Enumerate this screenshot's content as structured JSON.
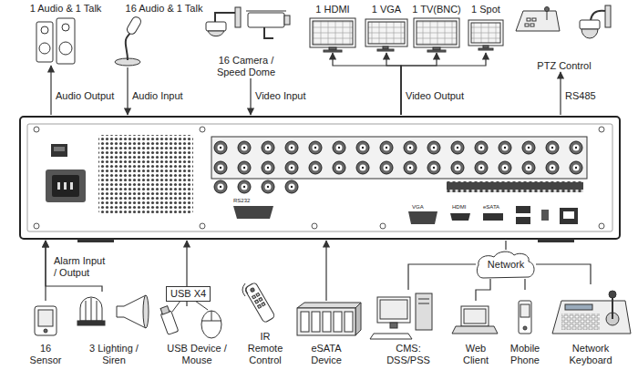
{
  "diagram": {
    "nodes": [
      {
        "text": [
          "1 Audio & 1 Talk"
        ]
      },
      {
        "text": [
          "16 Audio & 1 Talk"
        ]
      },
      {
        "text": [
          "16 Camera / Speed Dome"
        ]
      },
      {
        "text": [
          "1 HDMI"
        ]
      },
      {
        "text": [
          "1 VGA"
        ]
      },
      {
        "text": [
          "1 TV(BNC)"
        ]
      },
      {
        "text": [
          "1 Spot"
        ]
      },
      {
        "text": [
          "PTZ Control"
        ]
      },
      {
        "text": [
          "RS232",
          "VGA",
          "HDMI",
          "eSATA"
        ]
      },
      {
        "text": [
          "16 Sensor"
        ]
      },
      {
        "text": [
          "3 Lighting / Siren"
        ]
      },
      {
        "text": [
          "USB Device / Mouse"
        ]
      },
      {
        "text": [
          "IR Remote Control"
        ]
      },
      {
        "text": [
          "eSATA Device"
        ]
      },
      {
        "text": [
          "Network"
        ]
      },
      {
        "text": [
          "CMS: DSS/PSS"
        ]
      },
      {
        "text": [
          "Web Client"
        ]
      },
      {
        "text": [
          "Mobile Phone"
        ]
      },
      {
        "text": [
          "Network Keyboard"
        ]
      }
    ],
    "edges": [
      {
        "from": 8,
        "to": 0,
        "arrow": "to",
        "label": "Audio Output"
      },
      {
        "from": 1,
        "to": 8,
        "arrow": "to",
        "label": "Audio Input"
      },
      {
        "from": 2,
        "to": 8,
        "arrow": "to",
        "label": "Video Input"
      },
      {
        "from": 8,
        "to": 3,
        "arrow": "to"
      },
      {
        "from": 8,
        "to": 4,
        "arrow": "to"
      },
      {
        "from": 8,
        "to": 5,
        "arrow": "to"
      },
      {
        "from": 8,
        "to": 6,
        "arrow": "to"
      },
      {
        "from": 8,
        "to": 7,
        "arrow": "to",
        "label": "RS485"
      },
      {
        "from": 9,
        "to": 8,
        "arrow": "to",
        "label": "Alarm Input / Output"
      },
      {
        "from": 10,
        "to": 8,
        "arrow": "to"
      },
      {
        "from": 11,
        "to": 8,
        "arrow": "to",
        "label": "USB X4"
      },
      {
        "from": 13,
        "to": 8,
        "arrow": "to"
      },
      {
        "from": 14,
        "to": 8,
        "arrow": "none"
      },
      {
        "from": 14,
        "to": 15,
        "arrow": "none"
      },
      {
        "from": 14,
        "to": 16,
        "arrow": "none"
      },
      {
        "from": 14,
        "to": 17,
        "arrow": "none"
      },
      {
        "from": 14,
        "to": 18,
        "arrow": "none"
      }
    ],
    "labels": [
      "Video Output"
    ]
  }
}
